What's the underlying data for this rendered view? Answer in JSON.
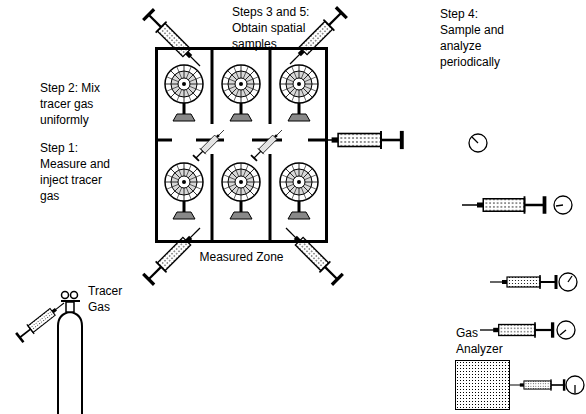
{
  "diagram": {
    "nodes": [
      {
        "text": [
          "Measured Zone"
        ]
      },
      {
        "text": [
          "Gas Analyzer"
        ]
      }
    ],
    "labels": [
      "Steps 3 and 5: Obtain spatial samples",
      "Step 4: Sample and analyze periodically",
      "Step 2: Mix tracer gas uniformly",
      "Step 1: Measure and inject tracer gas",
      "Tracer Gas"
    ]
  }
}
